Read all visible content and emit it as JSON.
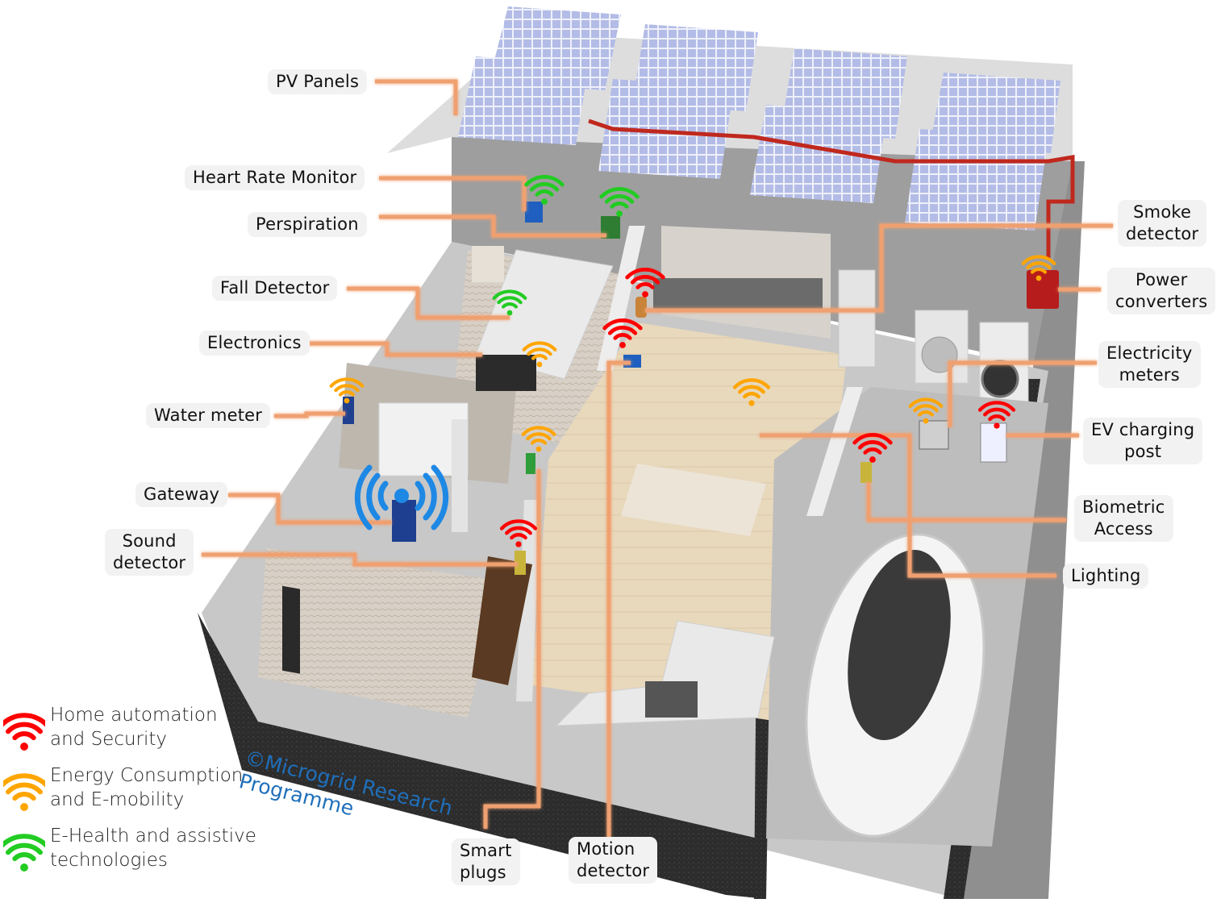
{
  "labels": {
    "pv_panels": "PV Panels",
    "heart_rate_monitor": "Heart Rate Monitor",
    "perspiration": "Perspiration",
    "fall_detector": "Fall Detector",
    "electronics": "Electronics",
    "water_meter": "Water meter",
    "gateway": "Gateway",
    "sound_detector_1": "Sound",
    "sound_detector_2": "detector",
    "smart_plugs_1": "Smart",
    "smart_plugs_2": "plugs",
    "motion_detector_1": "Motion",
    "motion_detector_2": "detector",
    "smoke_detector_1": "Smoke",
    "smoke_detector_2": "detector",
    "power_converters_1": "Power",
    "power_converters_2": "converters",
    "electricity_meters_1": "Electricity",
    "electricity_meters_2": "meters",
    "ev_charging_1": "EV charging",
    "ev_charging_2": "post",
    "biometric_1": "Biometric",
    "biometric_2": "Access",
    "lighting": "Lighting"
  },
  "legend": [
    {
      "line1": "Home automation",
      "line2": "and Security",
      "color": "#ff0000",
      "icon": "wifi-icon"
    },
    {
      "line1": "Energy Consumption",
      "line2": "and E-mobility",
      "color": "#ffa500",
      "icon": "wifi-icon"
    },
    {
      "line1": "E-Health and assistive",
      "line2": "technologies",
      "color": "#22cc22",
      "icon": "wifi-icon"
    }
  ],
  "copyright": {
    "line1": "©Microgrid Research",
    "line2": "Programme"
  },
  "colors": {
    "security": "#ff0000",
    "energy": "#ffa500",
    "health": "#22cc22",
    "gateway": "#1e88e5",
    "connector": "#f0a070",
    "label_bg": "#f2f2f2",
    "copyright": "#1f6fba"
  }
}
